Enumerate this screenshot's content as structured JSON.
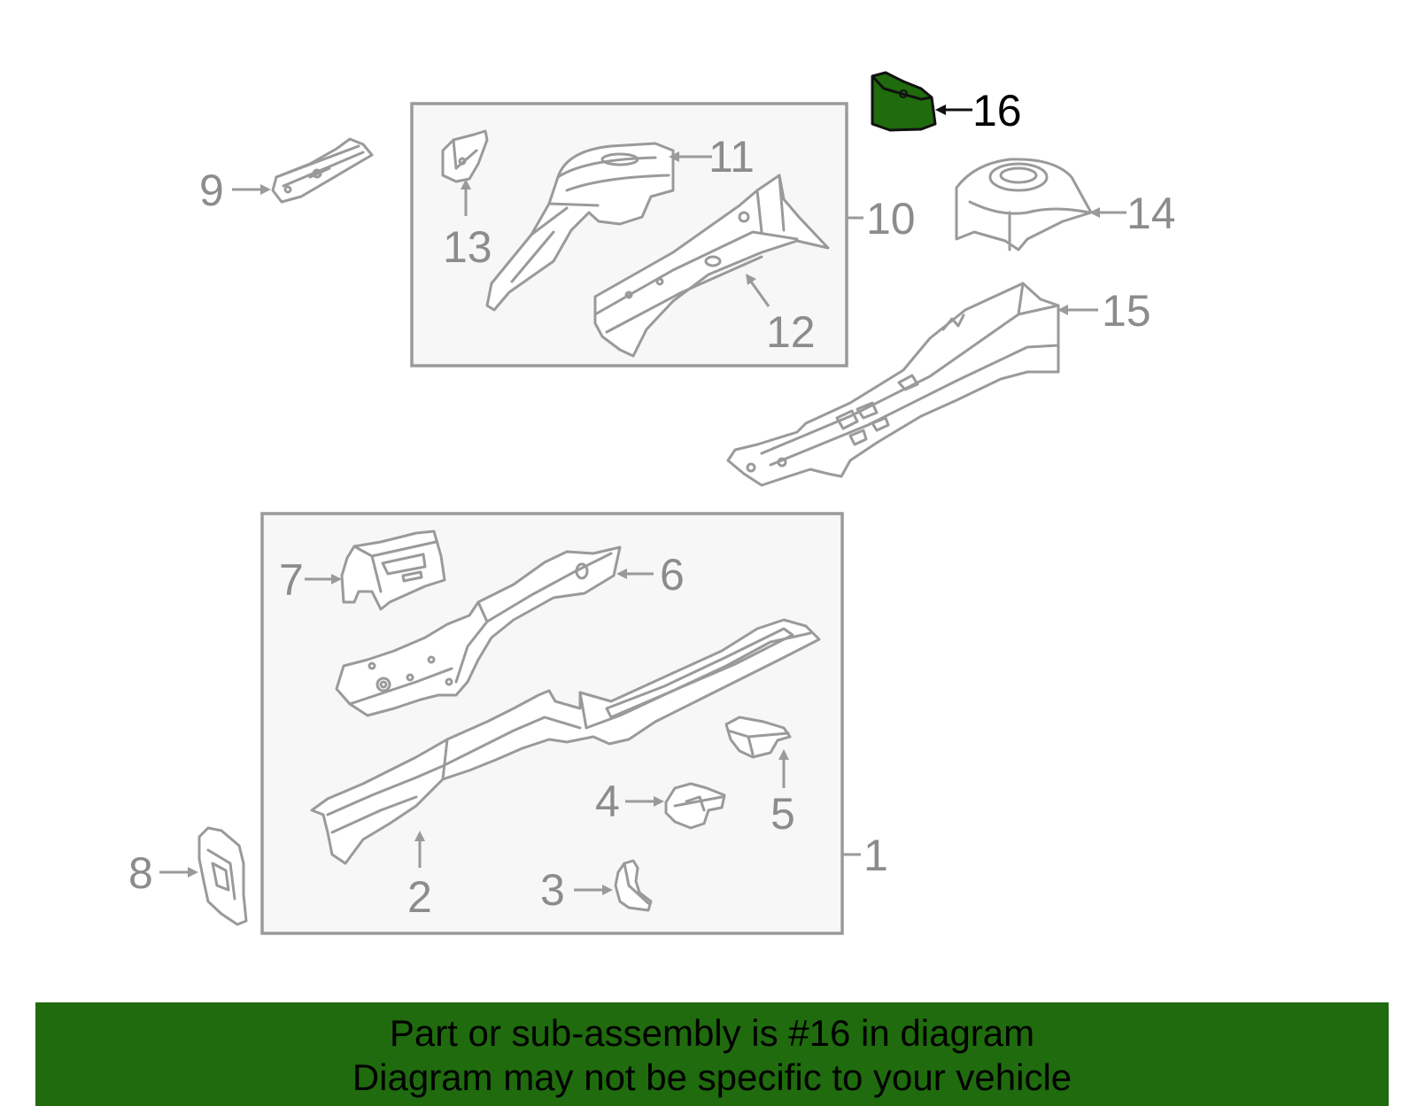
{
  "diagram": {
    "callouts": [
      {
        "id": "1",
        "label": "1"
      },
      {
        "id": "2",
        "label": "2"
      },
      {
        "id": "3",
        "label": "3"
      },
      {
        "id": "4",
        "label": "4"
      },
      {
        "id": "5",
        "label": "5"
      },
      {
        "id": "6",
        "label": "6"
      },
      {
        "id": "7",
        "label": "7"
      },
      {
        "id": "8",
        "label": "8"
      },
      {
        "id": "9",
        "label": "9"
      },
      {
        "id": "10",
        "label": "10"
      },
      {
        "id": "11",
        "label": "11"
      },
      {
        "id": "12",
        "label": "12"
      },
      {
        "id": "13",
        "label": "13"
      },
      {
        "id": "14",
        "label": "14"
      },
      {
        "id": "15",
        "label": "15"
      },
      {
        "id": "16",
        "label": "16"
      }
    ],
    "highlighted_part": "16",
    "colors": {
      "highlight_fill": "#1f6b0e",
      "part_stroke": "#9a9a9a",
      "banner_bg": "#1f6b0e"
    }
  },
  "banner": {
    "line1": "Part or sub-assembly is #16 in diagram",
    "line2": "Diagram may not be specific to your vehicle"
  }
}
